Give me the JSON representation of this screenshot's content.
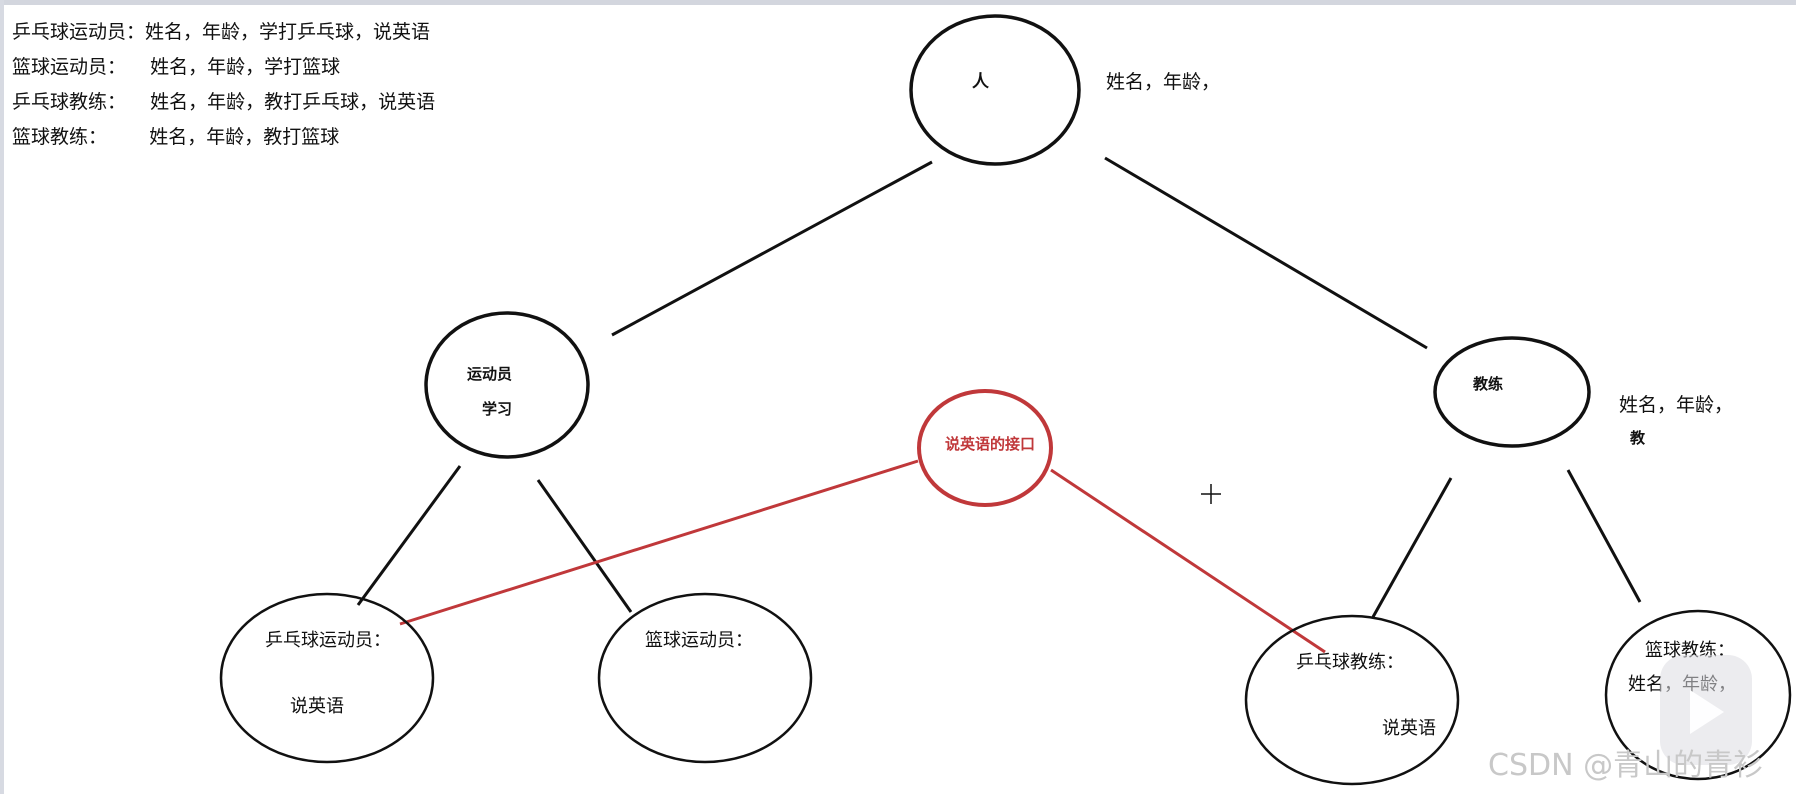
{
  "notes": [
    "乒乓球运动员：姓名，年龄，学打乒乓球，说英语",
    "篮球运动员：    姓名，年龄，学打篮球",
    "乒乓球教练：    姓名，年龄，教打乒乓球，说英语",
    "篮球教练：       姓名，年龄，教打篮球"
  ],
  "nodes": {
    "person": "人",
    "athlete_1": "运动员",
    "athlete_2": "学习",
    "coach": "教练",
    "interface": "说英语的接口",
    "pp_player_title": "乒乓球运动员：",
    "pp_player_sub": "说英语",
    "bb_player_title": "篮球运动员：",
    "pp_coach_title": "乒乓球教练：",
    "pp_coach_sub": "说英语",
    "bb_coach_title": "篮球教练：",
    "bb_coach_sub": "姓名，年龄，"
  },
  "side_labels": {
    "person_attrs": "姓名，年龄，",
    "coach_attrs": "姓名，年龄，",
    "coach_teach": "教"
  },
  "watermark": "CSDN @青山的青衫",
  "colors": {
    "line": "#111111",
    "interface": "#c0383a"
  },
  "icons": [
    "crosshair-cursor-icon",
    "play-icon"
  ]
}
